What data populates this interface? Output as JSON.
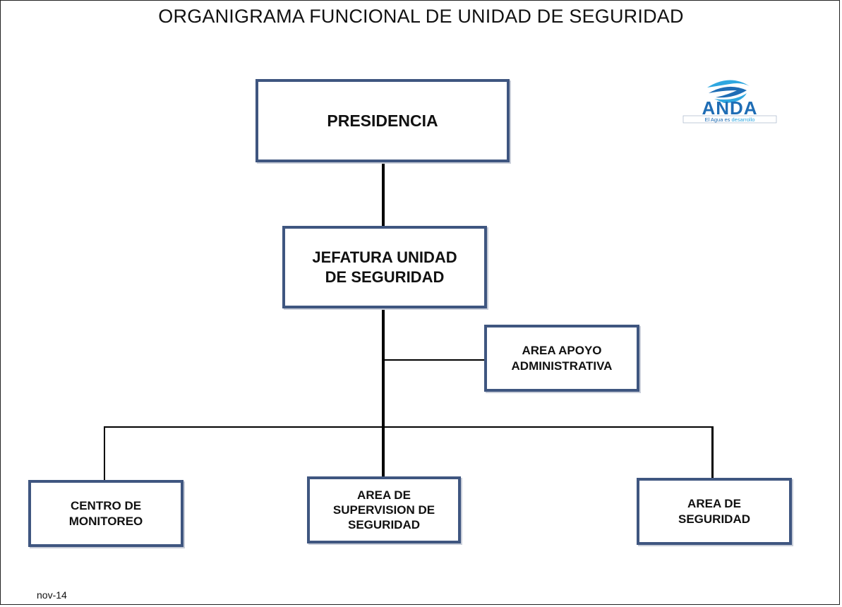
{
  "title": "ORGANIGRAMA FUNCIONAL DE UNIDAD DE SEGURIDAD",
  "logo": {
    "text": "ANDA",
    "tagline_part1": "El Agua es ",
    "tagline_part2": "desarrollo",
    "brand_color": "#1f6db5",
    "accent_color": "#2ea7e0"
  },
  "nodes": {
    "presidencia": "PRESIDENCIA",
    "jefatura": "JEFATURA UNIDAD\nDE SEGURIDAD",
    "apoyo": "AREA APOYO\nADMINISTRATIVA",
    "centro": "CENTRO DE\nMONITOREO",
    "supervision": "AREA  DE\nSUPERVISION DE\nSEGURIDAD",
    "seguridad": "AREA DE\nSEGURIDAD"
  },
  "colors": {
    "box_border": "#3f5680",
    "connector": "#000000"
  },
  "footer": "nov-14"
}
